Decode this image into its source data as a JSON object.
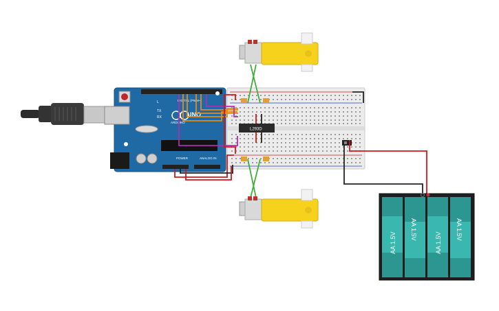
{
  "board": {
    "logo_text": "UNO",
    "brand_text": "ARDUINO",
    "power_label": "POWER",
    "analog_label": "ANALOG IN",
    "digital_label": "DIGITAL (PWM~)",
    "tx_label": "TX",
    "rx_label": "RX",
    "l_label": "L"
  },
  "driver_chip": {
    "label": "L293D"
  },
  "battery_pack": {
    "cells": [
      "AA 1.5V",
      "AA 1.5V",
      "AA 1.5V",
      "AA 1.5V"
    ]
  },
  "colors": {
    "board": "#1f6aa5",
    "motor": "#f6d21c",
    "wire_red": "#d01818",
    "wire_black": "#222222",
    "wire_green": "#3fae3a",
    "wire_orange": "#e88a16",
    "wire_purple": "#b02db0",
    "battery": "#3ab8b0"
  }
}
